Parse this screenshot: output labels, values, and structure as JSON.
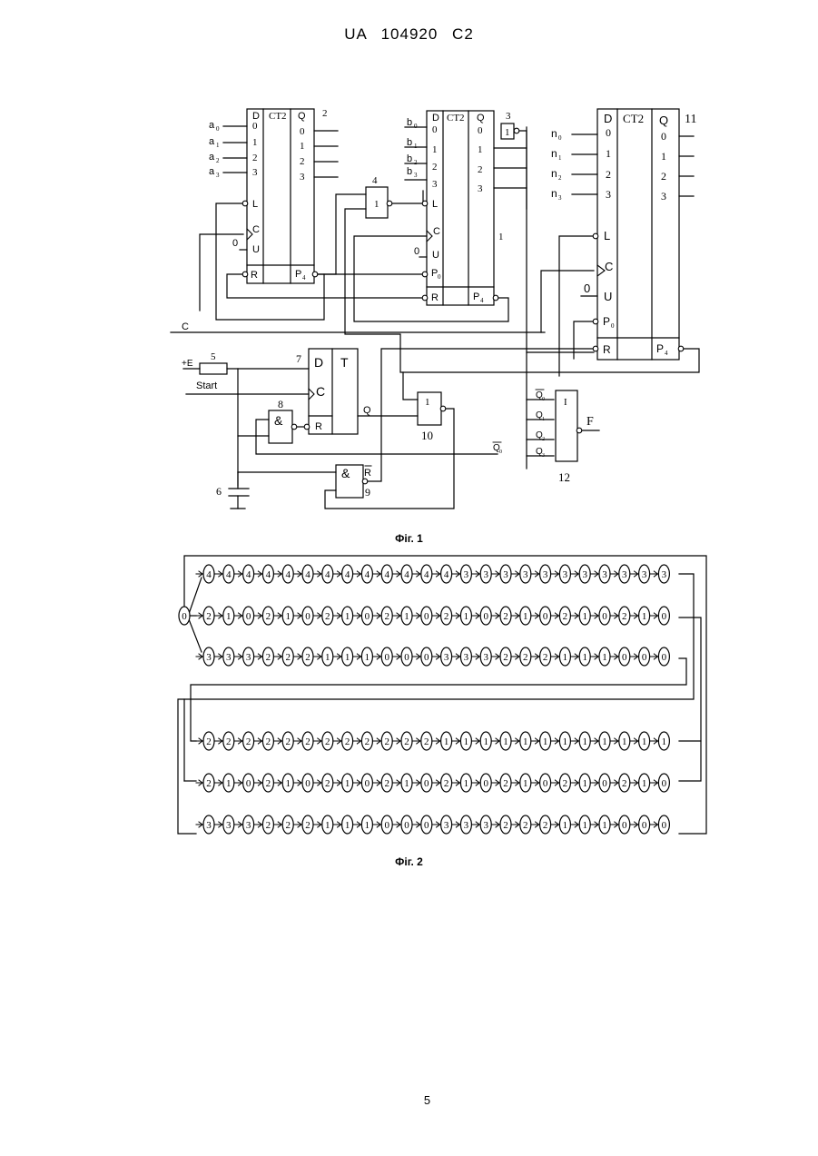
{
  "header": {
    "patent": "UA   104920   C2"
  },
  "fig1": {
    "caption": "Фіг. 1",
    "counter_type": "CT2",
    "counter_inputs": [
      "D",
      "L",
      "C",
      "U",
      "R",
      "Q"
    ],
    "carry_in": "P",
    "carry_out": "P",
    "reset_bar": "R",
    "counter_a": {
      "number": "2",
      "inputs": [
        "a",
        "a",
        "a",
        "a"
      ],
      "u_value": "0"
    },
    "counter_b": {
      "number": "1",
      "inputs": [
        "b",
        "b",
        "b",
        "b"
      ],
      "u_value": "0"
    },
    "counter_n": {
      "number": "11",
      "inputs": [
        "n",
        "n",
        "n",
        "n"
      ],
      "u_value": "0"
    },
    "subscripts": [
      "0",
      "1",
      "2",
      "3",
      "4"
    ],
    "inverter3": {
      "number": "3",
      "symbol": "1"
    },
    "or4": {
      "number": "4",
      "symbol": "1"
    },
    "resistor": {
      "number": "5",
      "supply": "+E"
    },
    "start_label": "Start",
    "capacitor": {
      "number": "6"
    },
    "flipflop": {
      "number": "7",
      "d": "D",
      "t": "T",
      "c": "C",
      "r": "R",
      "q": "Q"
    },
    "and8": {
      "number": "8",
      "symbol": "&"
    },
    "and9": {
      "number": "9",
      "symbol": "&"
    },
    "or10": {
      "number": "10",
      "symbol": "1"
    },
    "or12": {
      "number": "12",
      "symbol": "I",
      "output": "F"
    },
    "bus_labels": [
      "Q",
      "Q",
      "Q",
      "Q"
    ],
    "clock_label": "C",
    "q0bar": "Q"
  },
  "fig2": {
    "caption": "Фіг. 2",
    "start_node": "0",
    "rows": [
      [
        "4",
        "4",
        "4",
        "4",
        "4",
        "4",
        "4",
        "4",
        "4",
        "4",
        "4",
        "4",
        "4",
        "3",
        "3",
        "3",
        "3",
        "3",
        "3",
        "3",
        "3",
        "3",
        "3",
        "3"
      ],
      [
        "2",
        "1",
        "0",
        "2",
        "1",
        "0",
        "2",
        "1",
        "0",
        "2",
        "1",
        "0",
        "2",
        "1",
        "0",
        "2",
        "1",
        "0",
        "2",
        "1",
        "0",
        "2",
        "1",
        "0"
      ],
      [
        "3",
        "3",
        "3",
        "2",
        "2",
        "2",
        "1",
        "1",
        "1",
        "0",
        "0",
        "0",
        "3",
        "3",
        "3",
        "2",
        "2",
        "2",
        "1",
        "1",
        "1",
        "0",
        "0",
        "0"
      ],
      [
        "2",
        "2",
        "2",
        "2",
        "2",
        "2",
        "2",
        "2",
        "2",
        "2",
        "2",
        "2",
        "1",
        "1",
        "1",
        "1",
        "1",
        "1",
        "1",
        "1",
        "1",
        "1",
        "1",
        "1"
      ],
      [
        "2",
        "1",
        "0",
        "2",
        "1",
        "0",
        "2",
        "1",
        "0",
        "2",
        "1",
        "0",
        "2",
        "1",
        "0",
        "2",
        "1",
        "0",
        "2",
        "1",
        "0",
        "2",
        "1",
        "0"
      ],
      [
        "3",
        "3",
        "3",
        "2",
        "2",
        "2",
        "1",
        "1",
        "1",
        "0",
        "0",
        "0",
        "3",
        "3",
        "3",
        "2",
        "2",
        "2",
        "1",
        "1",
        "1",
        "0",
        "0",
        "0"
      ]
    ]
  },
  "footer": {
    "page_number": "5"
  }
}
